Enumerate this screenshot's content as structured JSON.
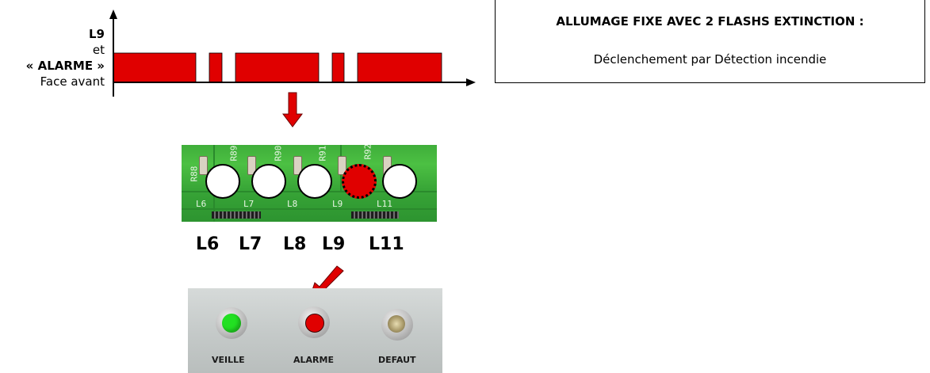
{
  "signal": {
    "label_l9": "L9",
    "label_et": "et",
    "label_alarme": "« ALARME »",
    "label_face": "Face avant",
    "color": "#e00000"
  },
  "info": {
    "title": "ALLUMAGE FIXE AVEC 2 FLASHS EXTINCTION :",
    "subtitle": "Déclenchement par Détection incendie"
  },
  "pcb": {
    "silkscreen": [
      "R88",
      "R89",
      "R90",
      "R91",
      "R92",
      "L6",
      "L7",
      "L8",
      "L9",
      "L11"
    ],
    "leds": [
      {
        "name": "L6",
        "state": "off"
      },
      {
        "name": "L7",
        "state": "off"
      },
      {
        "name": "L8",
        "state": "off"
      },
      {
        "name": "L9",
        "state": "on"
      },
      {
        "name": "L11",
        "state": "off"
      }
    ],
    "on_color": "#e00000",
    "off_color": "#ffffff"
  },
  "panel": {
    "leds": [
      {
        "label": "VEILLE",
        "color": "#22e022"
      },
      {
        "label": "ALARME",
        "color": "#e00000"
      },
      {
        "label": "DEFAUT",
        "color": "#b8ab7a"
      }
    ]
  },
  "arrow_color": "#e00000"
}
